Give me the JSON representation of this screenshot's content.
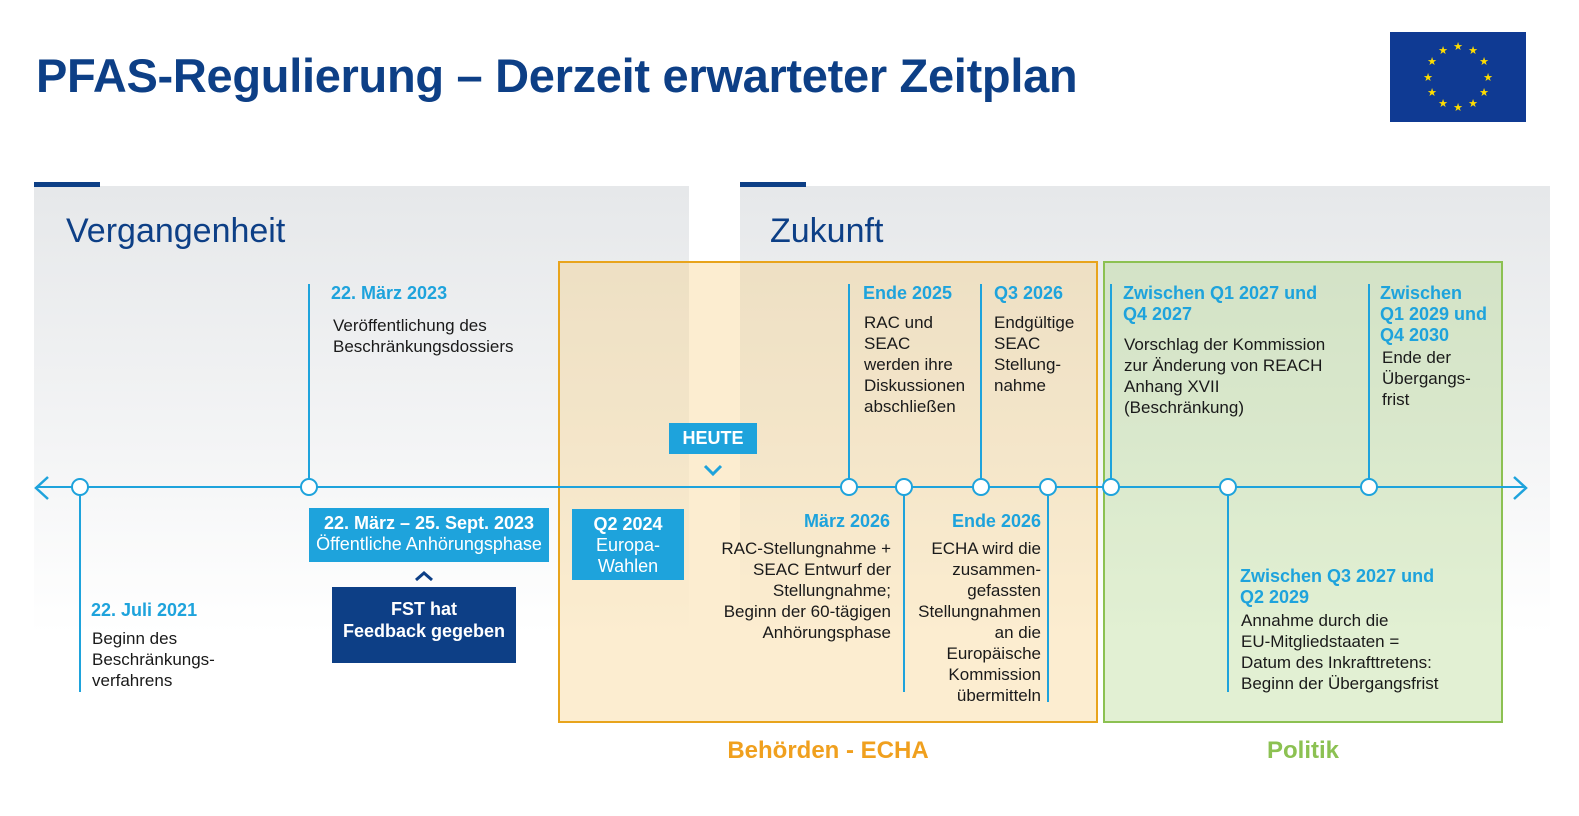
{
  "title": "PFAS-Regulierung – Derzeit erwarteter Zeitplan",
  "sections": {
    "past": "Vergangenheit",
    "future": "Zukunft"
  },
  "groups": {
    "echa": "Behörden - ECHA",
    "politics": "Politik"
  },
  "colors": {
    "navy": "#0d3f86",
    "blue": "#1ea3dc",
    "orange": "#e8a41c",
    "green": "#8cc152"
  },
  "today": {
    "label": "HEUTE"
  },
  "events": {
    "e1": {
      "date": "22. Juli 2021",
      "text": [
        "Beginn des",
        "Beschränkungs-",
        "verfahrens"
      ]
    },
    "e2": {
      "date": "22. März 2023",
      "text": [
        "Veröffentlichung des",
        "Beschränkungsdossiers"
      ]
    },
    "e3": {
      "date": "22. März – 25. Sept. 2023",
      "text": "Öffentliche Anhörungsphase"
    },
    "e3b": {
      "text": [
        "FST hat",
        "Feedback gegeben"
      ]
    },
    "e4": {
      "date": "Q2 2024",
      "text": [
        "Europa-",
        "Wahlen"
      ]
    },
    "e5": {
      "date": "Ende 2025",
      "text": [
        "RAC und",
        "SEAC",
        "werden ihre",
        "Diskussionen",
        "abschließen"
      ]
    },
    "e6": {
      "date": "März 2026",
      "text": [
        "RAC-Stellungnahme +",
        "SEAC Entwurf der",
        "Stellungnahme;",
        "Beginn der 60-tägigen",
        "Anhörungsphase"
      ]
    },
    "e7": {
      "date": "Q3 2026",
      "text": [
        "Endgültige",
        "SEAC",
        "Stellung-",
        "nahme"
      ]
    },
    "e8": {
      "date": "Ende 2026",
      "text": [
        "ECHA wird die",
        "zusammen-",
        "gefassten",
        "Stellungnahmen",
        "an die",
        "Europäische",
        "Kommission",
        "übermitteln"
      ]
    },
    "e9": {
      "date": [
        "Zwischen Q1 2027 und",
        "Q4 2027"
      ],
      "text": [
        "Vorschlag der Kommission",
        "zur Änderung von REACH",
        "Anhang XVII",
        "(Beschränkung)"
      ]
    },
    "e10": {
      "date": [
        "Zwischen Q3 2027 und",
        "Q2 2029"
      ],
      "text": [
        "Annahme durch die",
        "EU-Mitgliedstaaten =",
        "Datum des Inkrafttretens:",
        "Beginn der Übergangsfrist"
      ]
    },
    "e11": {
      "date": [
        "Zwischen",
        "Q1 2029 und",
        "Q4 2030"
      ],
      "text": [
        "Ende der",
        "Übergangs-",
        "frist"
      ]
    }
  }
}
